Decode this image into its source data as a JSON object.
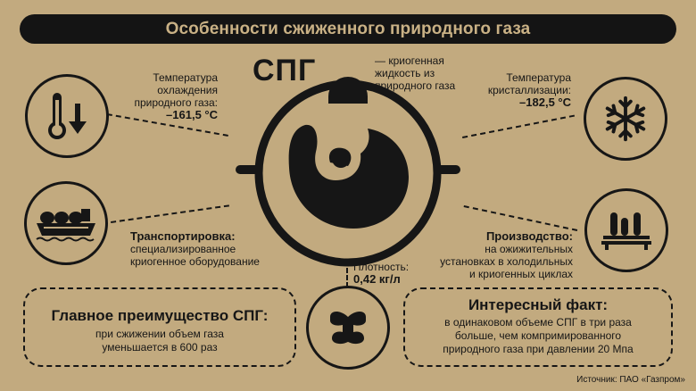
{
  "title": "Особенности сжиженного природного газа",
  "center": {
    "label": "СПГ",
    "description_lines": [
      "— криогенная",
      "жидкость из",
      "природного газа"
    ]
  },
  "cooling": {
    "lines": [
      "Температура",
      "охлаждения",
      "природного газа:"
    ],
    "value": "–161,5 °С"
  },
  "crystallization": {
    "lines": [
      "Температура",
      "кристаллизации:"
    ],
    "value": "–182,5 °С"
  },
  "transport": {
    "heading": "Транспортировка:",
    "lines": [
      "специализированное",
      "криогенное оборудование"
    ]
  },
  "production": {
    "heading": "Производство:",
    "lines": [
      "на ожижительных",
      "установках в холодильных",
      "и криогенных циклах"
    ]
  },
  "density": {
    "label": "Плотность:",
    "value": "0,42 кг/л"
  },
  "advantage": {
    "heading": "Главное преимущество СПГ:",
    "lines": [
      "при сжижении объем газа",
      "уменьшается в 600 раз"
    ]
  },
  "fact": {
    "heading": "Интересный факт:",
    "lines": [
      "в одинаковом объеме СПГ в три раза",
      "больше, чем компримированного",
      "природного газа при давлении 20 Мпа"
    ]
  },
  "source": "Источник: ПАО «Газпром»",
  "icons": {
    "cooling": "thermometer-down-icon",
    "crystallization": "snowflake-icon",
    "transport": "lng-tanker-ship-icon",
    "production": "liquefaction-plant-icon",
    "density": "density-drop-icon",
    "center": "lng-drop-icon"
  },
  "colors": {
    "background": "#c2aa7f",
    "ink": "#161616",
    "title_text": "#c9b185"
  }
}
